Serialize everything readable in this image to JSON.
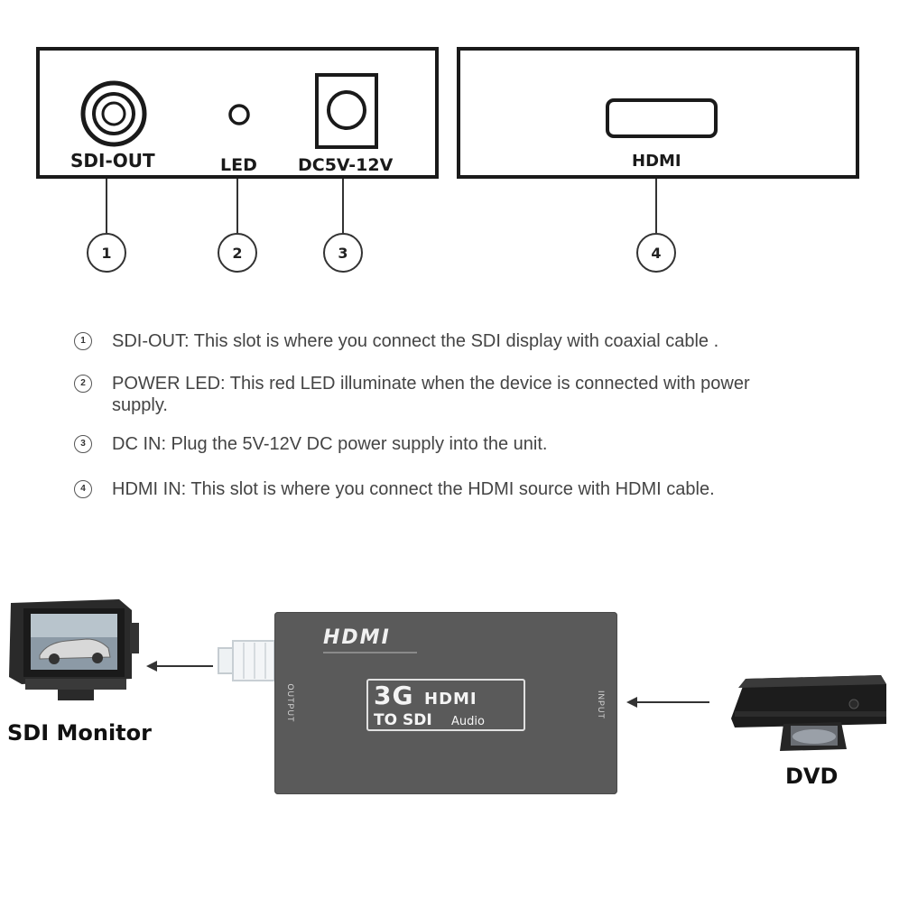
{
  "panels": {
    "left": {
      "ports": [
        {
          "label": "SDI-OUT",
          "callout": "1"
        },
        {
          "label": "LED",
          "callout": "2"
        },
        {
          "label": "DC5V-12V",
          "callout": "3"
        }
      ]
    },
    "right": {
      "ports": [
        {
          "label": "HDMI",
          "callout": "4"
        }
      ]
    }
  },
  "descriptions": [
    {
      "num": "1",
      "text": "SDI-OUT: This slot is where you connect the SDI display with coaxial cable ."
    },
    {
      "num": "2",
      "text": "POWER LED: This red LED illuminate when the device is connected with power supply."
    },
    {
      "num": "3",
      "text": "DC IN: Plug the 5V-12V DC power supply into the unit."
    },
    {
      "num": "4",
      "text": "HDMI IN: This slot is where you connect the HDMI source with HDMI cable."
    }
  ],
  "connection": {
    "monitor_label": "SDI Monitor",
    "dvd_label": "DVD",
    "device": {
      "brand": "HDMI",
      "product_line1_a": "3G",
      "product_line1_b": "HDMI",
      "product_line2_a": "TO SDI",
      "product_line2_b": "Audio",
      "output_label": "OUTPUT",
      "input_label": "INPUT"
    }
  }
}
